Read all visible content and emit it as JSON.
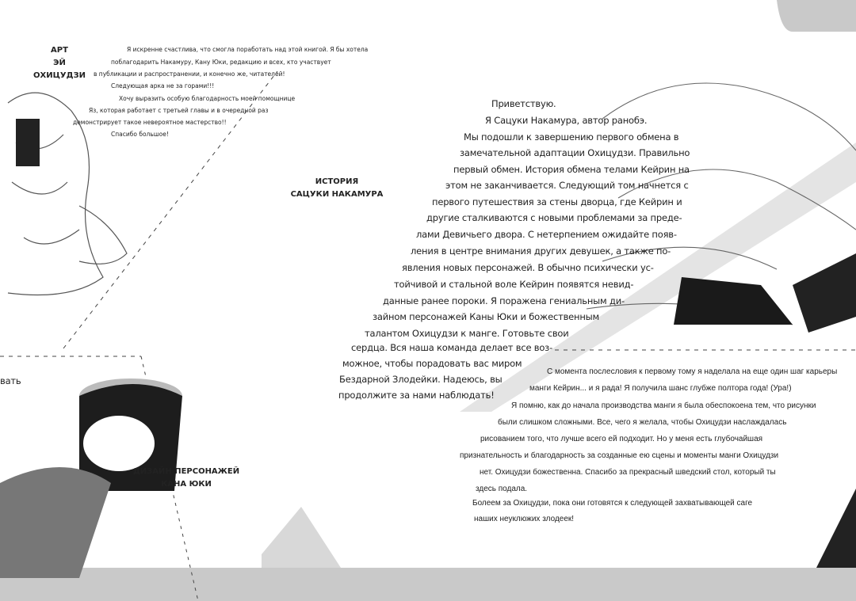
{
  "credits": [
    {
      "id": "art",
      "heading": [
        "АРТ",
        "ЭЙ ОХИЦУДЗИ"
      ],
      "lines": [
        "Я искренне счастлива, что смогла поработать над этой книгой. Я бы хотела",
        "поблагодарить Накамуру, Кану Юки, редакцию и всех, кто участвует",
        "в публикации и распространении, и конечно же, читателей!",
        "Следующая арка не за горами!!!",
        "Хочу выразить особую благодарность моей помощнице",
        "Яз, которая работает с третьей главы и в очередной раз",
        "демонстрирует такое невероятное мастерство!!",
        "Спасибо большое!"
      ]
    },
    {
      "id": "story",
      "heading": [
        "ИСТОРИЯ",
        "САЦУКИ НАКАМУРА"
      ],
      "lines": [
        "Приветствую.",
        "Я Сацуки Накамура, автор ранобэ.",
        "Мы подошли к завершению первого обмена в",
        "замечательной адаптации Охицудзи. Правильно",
        "первый обмен. История обмена телами Кейрин на",
        "этом не заканчивается. Следующий том начнется с",
        "первого путешествия за стены дворца, где Кейрин и",
        "другие сталкиваются с новыми проблемами за преде-",
        "лами Девичьего двора. С нетерпением ожидайте появ-",
        "ления в центре внимания других девушек, а также по-",
        "явления новых персонажей. В обычно психически ус-",
        "тойчивой и стальной воле Кейрин появятся невид-",
        "данные ранее пороки. Я поражена гениальным ди-",
        "зайном персонажей Каны Юки и божественным",
        "талантом Охицудзи к манге. Готовьте свои",
        "сердца. Вся наша команда делает все воз-",
        "можное, чтобы порадовать вас миром",
        "Бездарной Злодейки. Надеюсь, вы",
        "продолжите за нами наблюдать!"
      ]
    },
    {
      "id": "design",
      "heading": [
        "ДИЗАЙН ПЕРСОНАЖЕЙ",
        "КАНА ЮКИ"
      ],
      "fragment": "вать",
      "lines": [
        "С момента послесловия к первому тому я наделала на еще один шаг карьеры",
        "манги Кейрин... и я рада! Я получила шанс глубже полтора года! (Ура!)",
        "Я помню, как до начала производства манги я была обеспокоена тем, что рисунки",
        "были слишком сложными. Все, чего я желала, чтобы Охицудзи наслаждалась",
        "рисованием того, что лучше всего ей подходит. Но у меня есть глубочайшая",
        "признательность и благодарность за созданные ею сцены и моменты манги Охицудзи",
        "нет. Охицудзи божественна. Спасибо за прекрасный шведский стол, который ты",
        "здесь подала.",
        "Болеем за Охицудзи, пока они готовятся к следующей захватывающей саге",
        "наших неуклюжих злодеек!"
      ]
    }
  ]
}
